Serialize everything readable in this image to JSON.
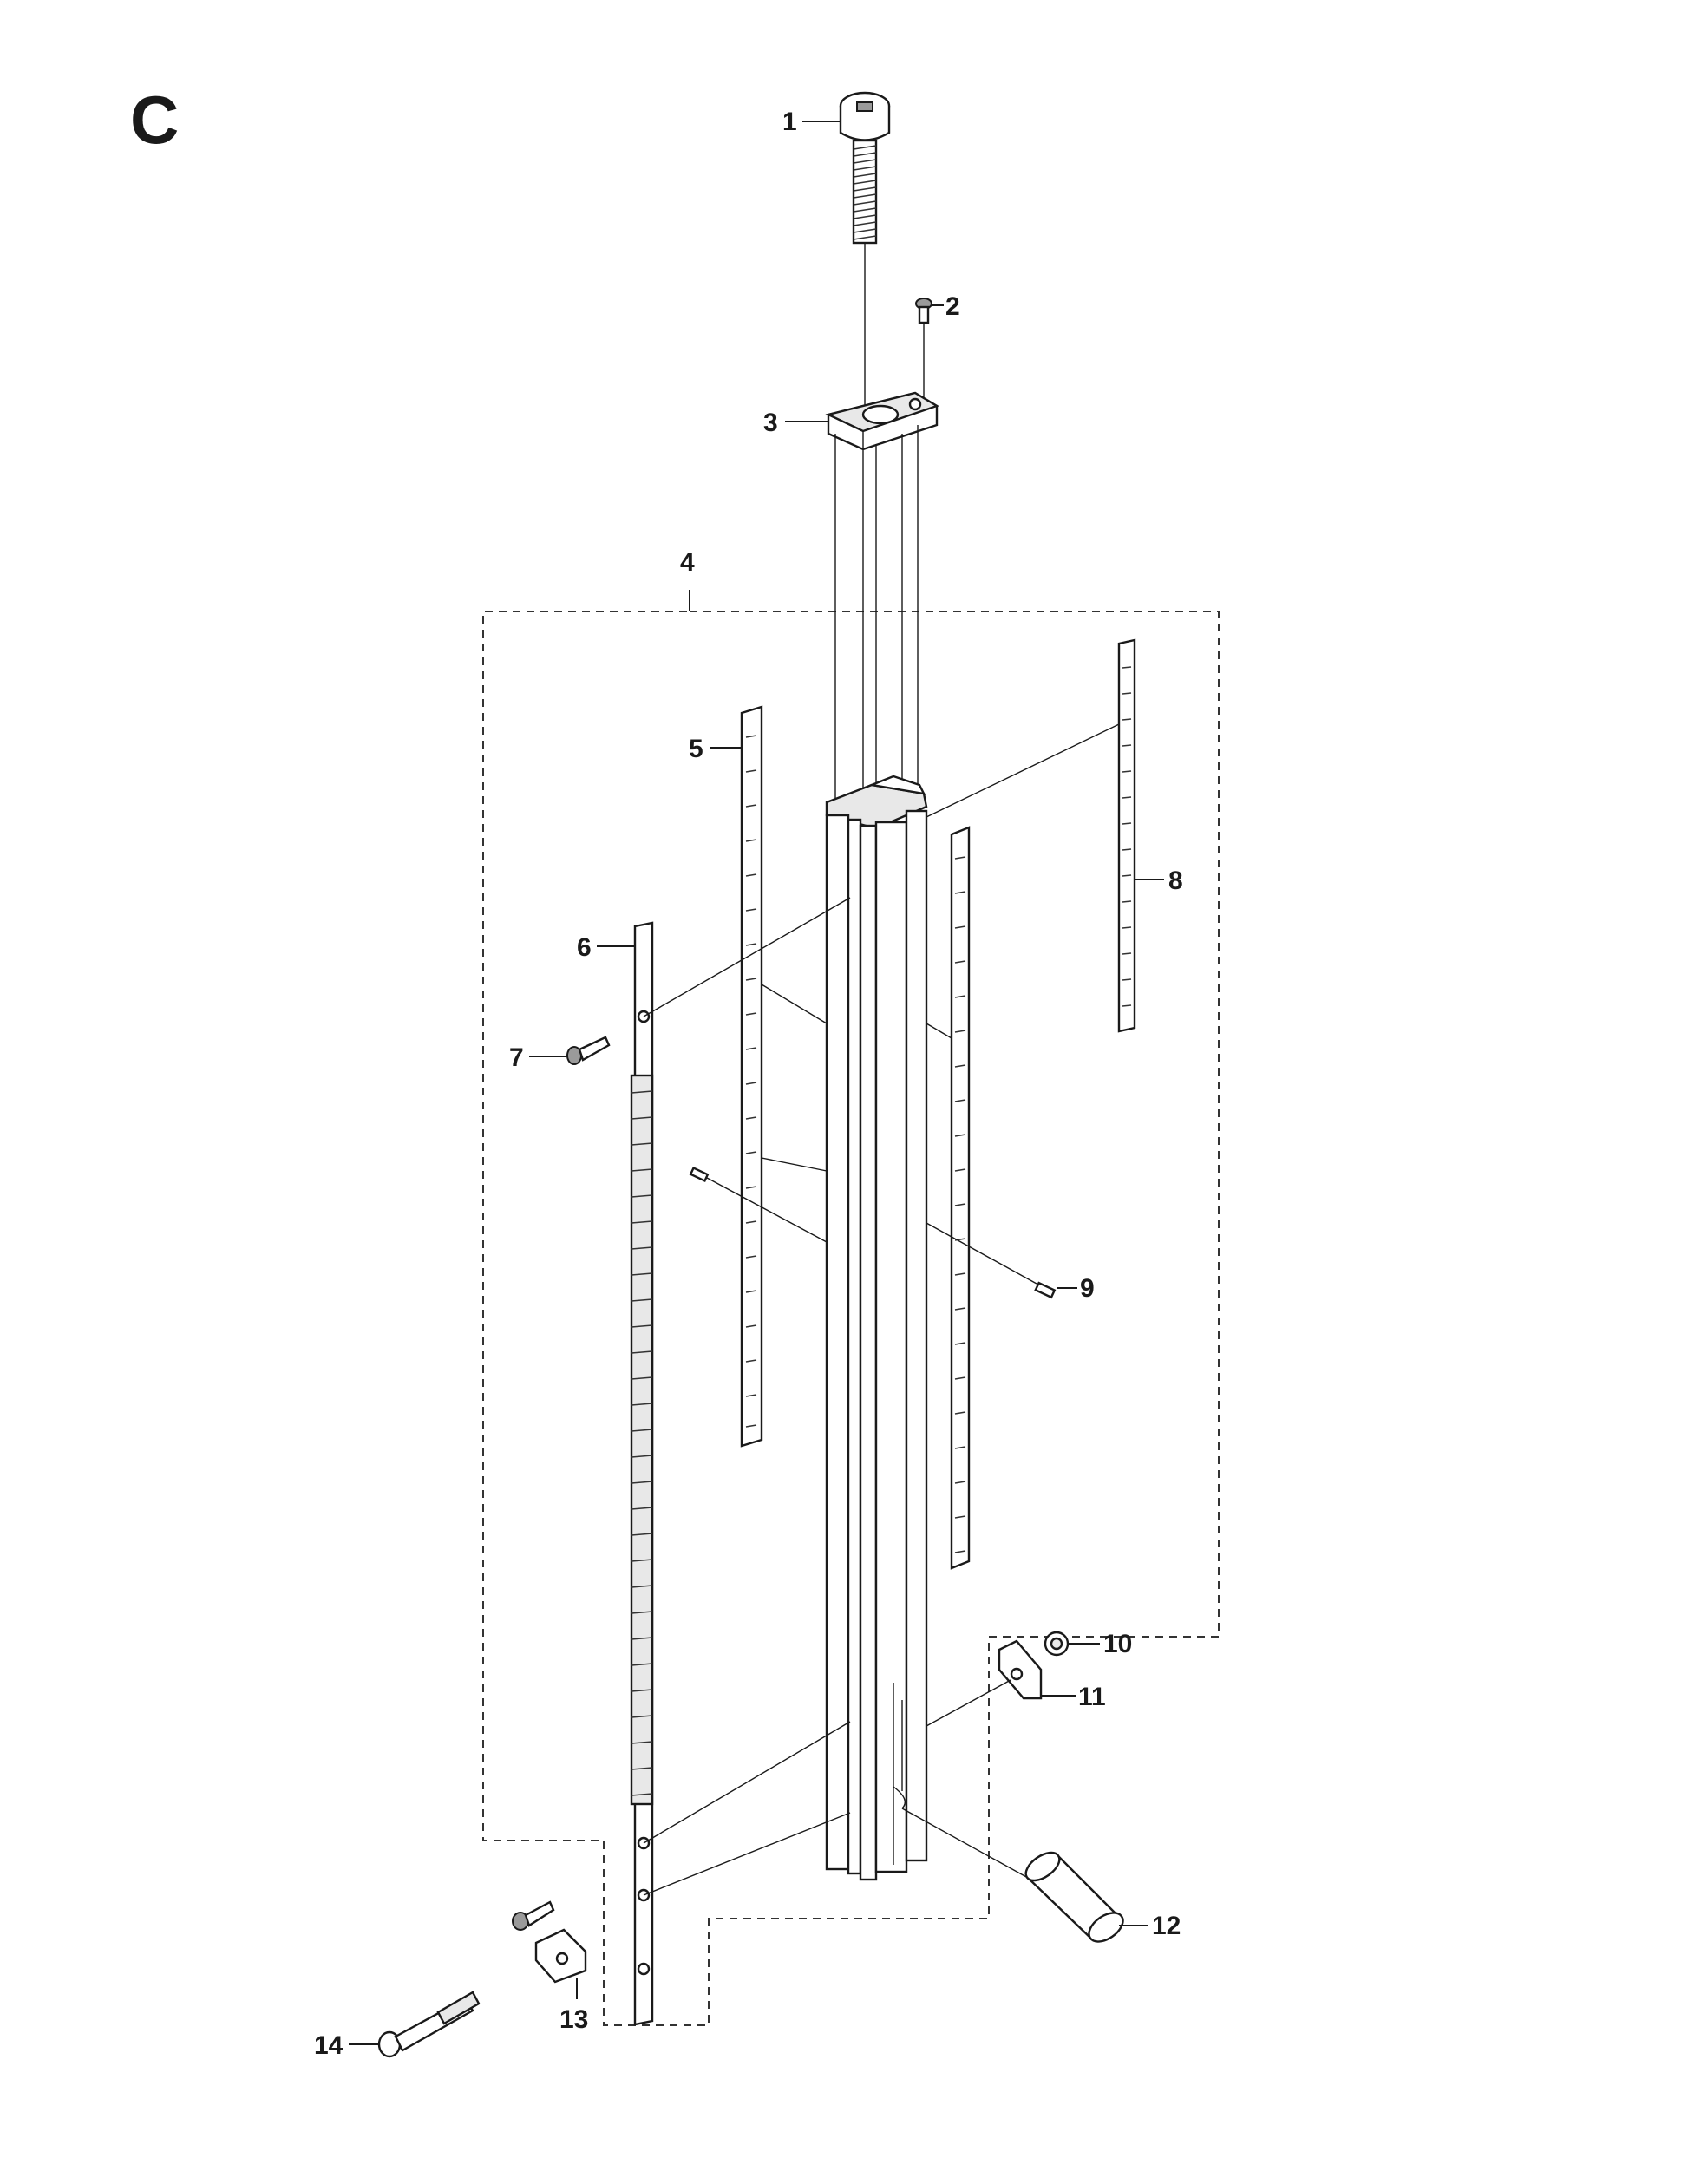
{
  "section_label": "C",
  "callouts": [
    {
      "id": 1,
      "label": "1",
      "part": "cap-screw"
    },
    {
      "id": 2,
      "label": "2",
      "part": "small-screw"
    },
    {
      "id": 3,
      "label": "3",
      "part": "top-cap"
    },
    {
      "id": 4,
      "label": "4",
      "part": "column-assembly"
    },
    {
      "id": 5,
      "label": "5",
      "part": "scale-left"
    },
    {
      "id": 6,
      "label": "6",
      "part": "rack"
    },
    {
      "id": 7,
      "label": "7",
      "part": "rack-screw-upper"
    },
    {
      "id": 8,
      "label": "8",
      "part": "scale-short"
    },
    {
      "id": 9,
      "label": "9",
      "part": "pin"
    },
    {
      "id": 10,
      "label": "10",
      "part": "nut"
    },
    {
      "id": 11,
      "label": "11",
      "part": "bracket"
    },
    {
      "id": 12,
      "label": "12",
      "part": "cylinder-plug"
    },
    {
      "id": 13,
      "label": "13",
      "part": "square-nut"
    },
    {
      "id": 14,
      "label": "14",
      "part": "bolt"
    }
  ]
}
